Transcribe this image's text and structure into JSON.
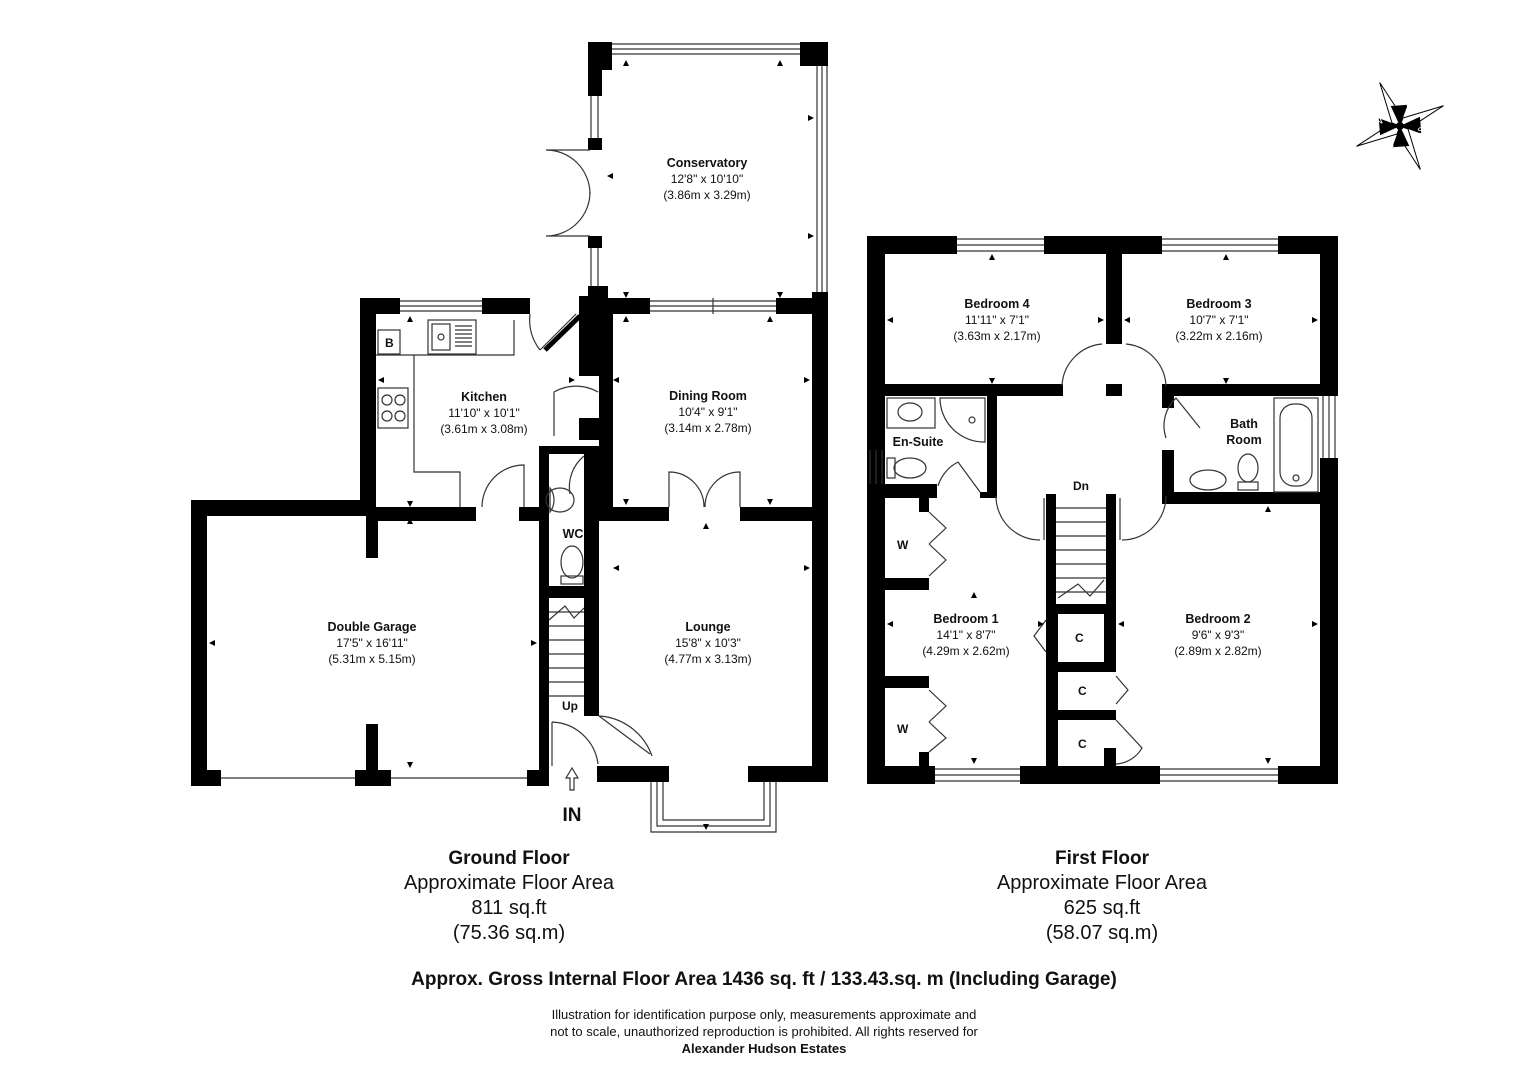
{
  "rooms": {
    "conservatory": {
      "name": "Conservatory",
      "imperial": "12'8\" x 10'10\"",
      "metric": "(3.86m x 3.29m)"
    },
    "kitchen": {
      "name": "Kitchen",
      "imperial": "11'10\" x 10'1\"",
      "metric": "(3.61m x 3.08m)"
    },
    "dining": {
      "name": "Dining Room",
      "imperial": "10'4\" x 9'1\"",
      "metric": "(3.14m x 2.78m)"
    },
    "garage": {
      "name": "Double Garage",
      "imperial": "17'5\" x 16'11\"",
      "metric": "(5.31m x 5.15m)"
    },
    "lounge": {
      "name": "Lounge",
      "imperial": "15'8\" x 10'3\"",
      "metric": "(4.77m x 3.13m)"
    },
    "bed4": {
      "name": "Bedroom 4",
      "imperial": "11'11\" x 7'1\"",
      "metric": "(3.63m x 2.17m)"
    },
    "bed3": {
      "name": "Bedroom 3",
      "imperial": "10'7\" x 7'1\"",
      "metric": "(3.22m x 2.16m)"
    },
    "bed1": {
      "name": "Bedroom 1",
      "imperial": "14'1\" x 8'7\"",
      "metric": "(4.29m x 2.62m)"
    },
    "bed2": {
      "name": "Bedroom 2",
      "imperial": "9'6\" x 9'3\"",
      "metric": "(2.89m x 2.82m)"
    },
    "ensuite": {
      "name": "En-Suite"
    },
    "bath": {
      "line1": "Bath",
      "line2": "Room"
    },
    "wc": {
      "name": "WC"
    }
  },
  "tags": {
    "boiler": "B",
    "wardrobe": "W",
    "cupboard": "C",
    "up": "Up",
    "down": "Dn",
    "entrance": "IN"
  },
  "compass": {
    "n": "N",
    "e": "E",
    "s": "S",
    "w": "W"
  },
  "ground_floor": {
    "title": "Ground Floor",
    "subtitle": "Approximate Floor Area",
    "sqft": "811 sq.ft",
    "sqm": "(75.36 sq.m)"
  },
  "first_floor": {
    "title": "First Floor",
    "subtitle": "Approximate Floor Area",
    "sqft": "625 sq.ft",
    "sqm": "(58.07 sq.m)"
  },
  "gross": "Approx. Gross Internal Floor Area 1436 sq. ft / 133.43.sq. m (Including Garage)",
  "disclaimer": {
    "line1": "Illustration for identification purpose only, measurements approximate and",
    "line2": "not to scale, unauthorized reproduction is prohibited. All rights reserved for",
    "company": "Alexander Hudson Estates"
  },
  "colors": {
    "wall": "#000000",
    "line": "#333333",
    "paper": "#ffffff"
  }
}
